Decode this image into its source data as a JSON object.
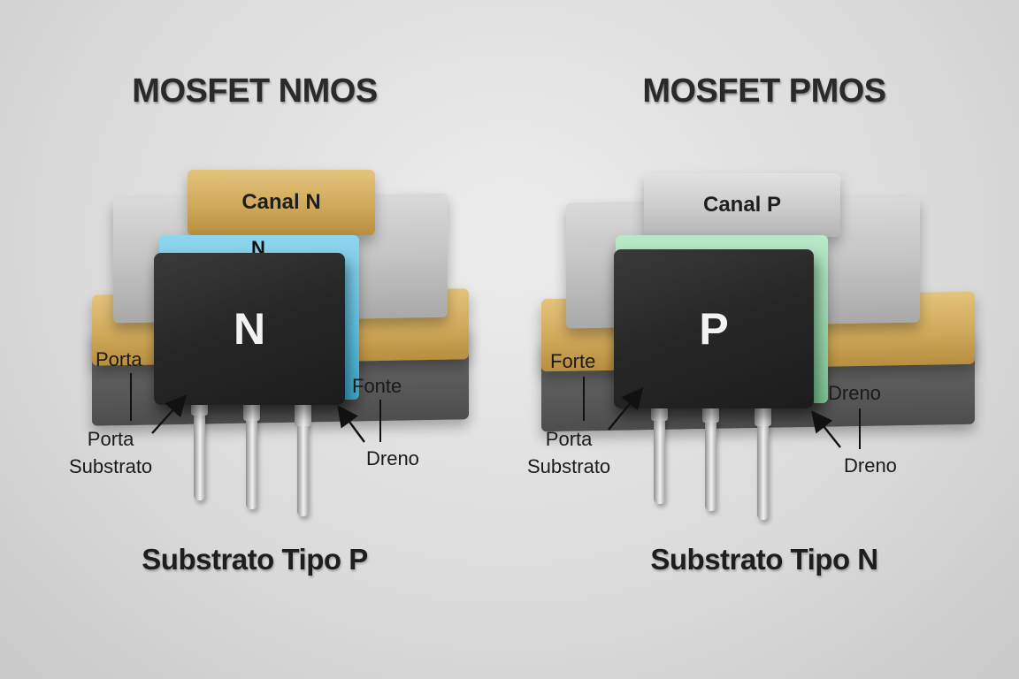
{
  "nmos": {
    "title": "MOSFET NMOS",
    "channel_label": "Canal N",
    "channel_small_label": "N",
    "chip_letter": "N",
    "label_gate_left": "Porta",
    "label_source": "Fonte",
    "label_body_line1": "Porta",
    "label_body_line2": "Substrato",
    "label_drain": "Dreno",
    "substrate": "Substrato Tipo P",
    "colors": {
      "channel_layer": "#5bbfe0",
      "channel_cap": "#d9b466"
    }
  },
  "pmos": {
    "title": "MOSFET PMOS",
    "channel_label": "Canal P",
    "chip_letter": "P",
    "label_gate_left": "Forte",
    "label_source": "Dreno",
    "label_body_line1": "Porta",
    "label_body_line2": "Substrato",
    "label_drain": "Dreno",
    "substrate": "Substrato Tipo N",
    "colors": {
      "channel_layer": "#95d5aa",
      "channel_cap": "#c9c9c9"
    }
  }
}
